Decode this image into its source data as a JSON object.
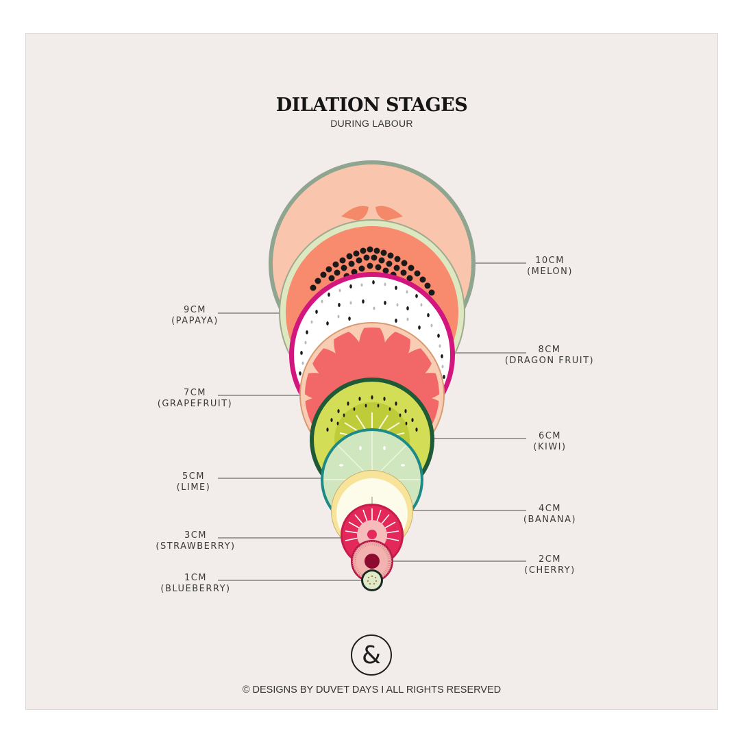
{
  "header": {
    "title": "DILATION STAGES",
    "subtitle": "DURING LABOUR"
  },
  "stages": [
    {
      "cm": "10CM",
      "fruit": "(MELON)",
      "side": "right",
      "color": "#f9c6ad",
      "rim": "#8fa58f"
    },
    {
      "cm": "9CM",
      "fruit": "(PAPAYA)",
      "side": "left",
      "color": "#f88a6e",
      "rim": "#dde7c0"
    },
    {
      "cm": "8CM",
      "fruit": "(DRAGON FRUIT)",
      "side": "right",
      "color": "#ffffff",
      "rim": "#d3157e"
    },
    {
      "cm": "7CM",
      "fruit": "(GRAPEFRUIT)",
      "side": "left",
      "color": "#f26868",
      "rim": "#f9cdb3"
    },
    {
      "cm": "6CM",
      "fruit": "(KIWI)",
      "side": "right",
      "color": "#d3dd55",
      "rim": "#1f5a36"
    },
    {
      "cm": "5CM",
      "fruit": "(LIME)",
      "side": "left",
      "color": "#cfe6bf",
      "rim": "#1e8a86"
    },
    {
      "cm": "4CM",
      "fruit": "(BANANA)",
      "side": "right",
      "color": "#fdfbea",
      "rim": "#f7e39a"
    },
    {
      "cm": "3CM",
      "fruit": "(STRAWBERRY)",
      "side": "left",
      "color": "#e3285a",
      "rim": "#c61b4b"
    },
    {
      "cm": "2CM",
      "fruit": "(CHERRY)",
      "side": "right",
      "color": "#f2b2b0",
      "rim": "#b01a45"
    },
    {
      "cm": "1CM",
      "fruit": "(BLUEBERRY)",
      "side": "left",
      "color": "#dfeacc",
      "rim": "#1a2a22"
    }
  ],
  "chart_data": {
    "type": "table",
    "title": "DILATION STAGES",
    "subtitle": "DURING LABOUR",
    "columns": [
      "dilation_cm",
      "fruit"
    ],
    "rows": [
      [
        10,
        "Melon"
      ],
      [
        9,
        "Papaya"
      ],
      [
        8,
        "Dragon Fruit"
      ],
      [
        7,
        "Grapefruit"
      ],
      [
        6,
        "Kiwi"
      ],
      [
        5,
        "Lime"
      ],
      [
        4,
        "Banana"
      ],
      [
        3,
        "Strawberry"
      ],
      [
        2,
        "Cherry"
      ],
      [
        1,
        "Blueberry"
      ]
    ]
  },
  "logo": {
    "glyph": "&"
  },
  "footer": {
    "text": "© DESIGNS BY DUVET DAYS  I  ALL RIGHTS RESERVED"
  }
}
